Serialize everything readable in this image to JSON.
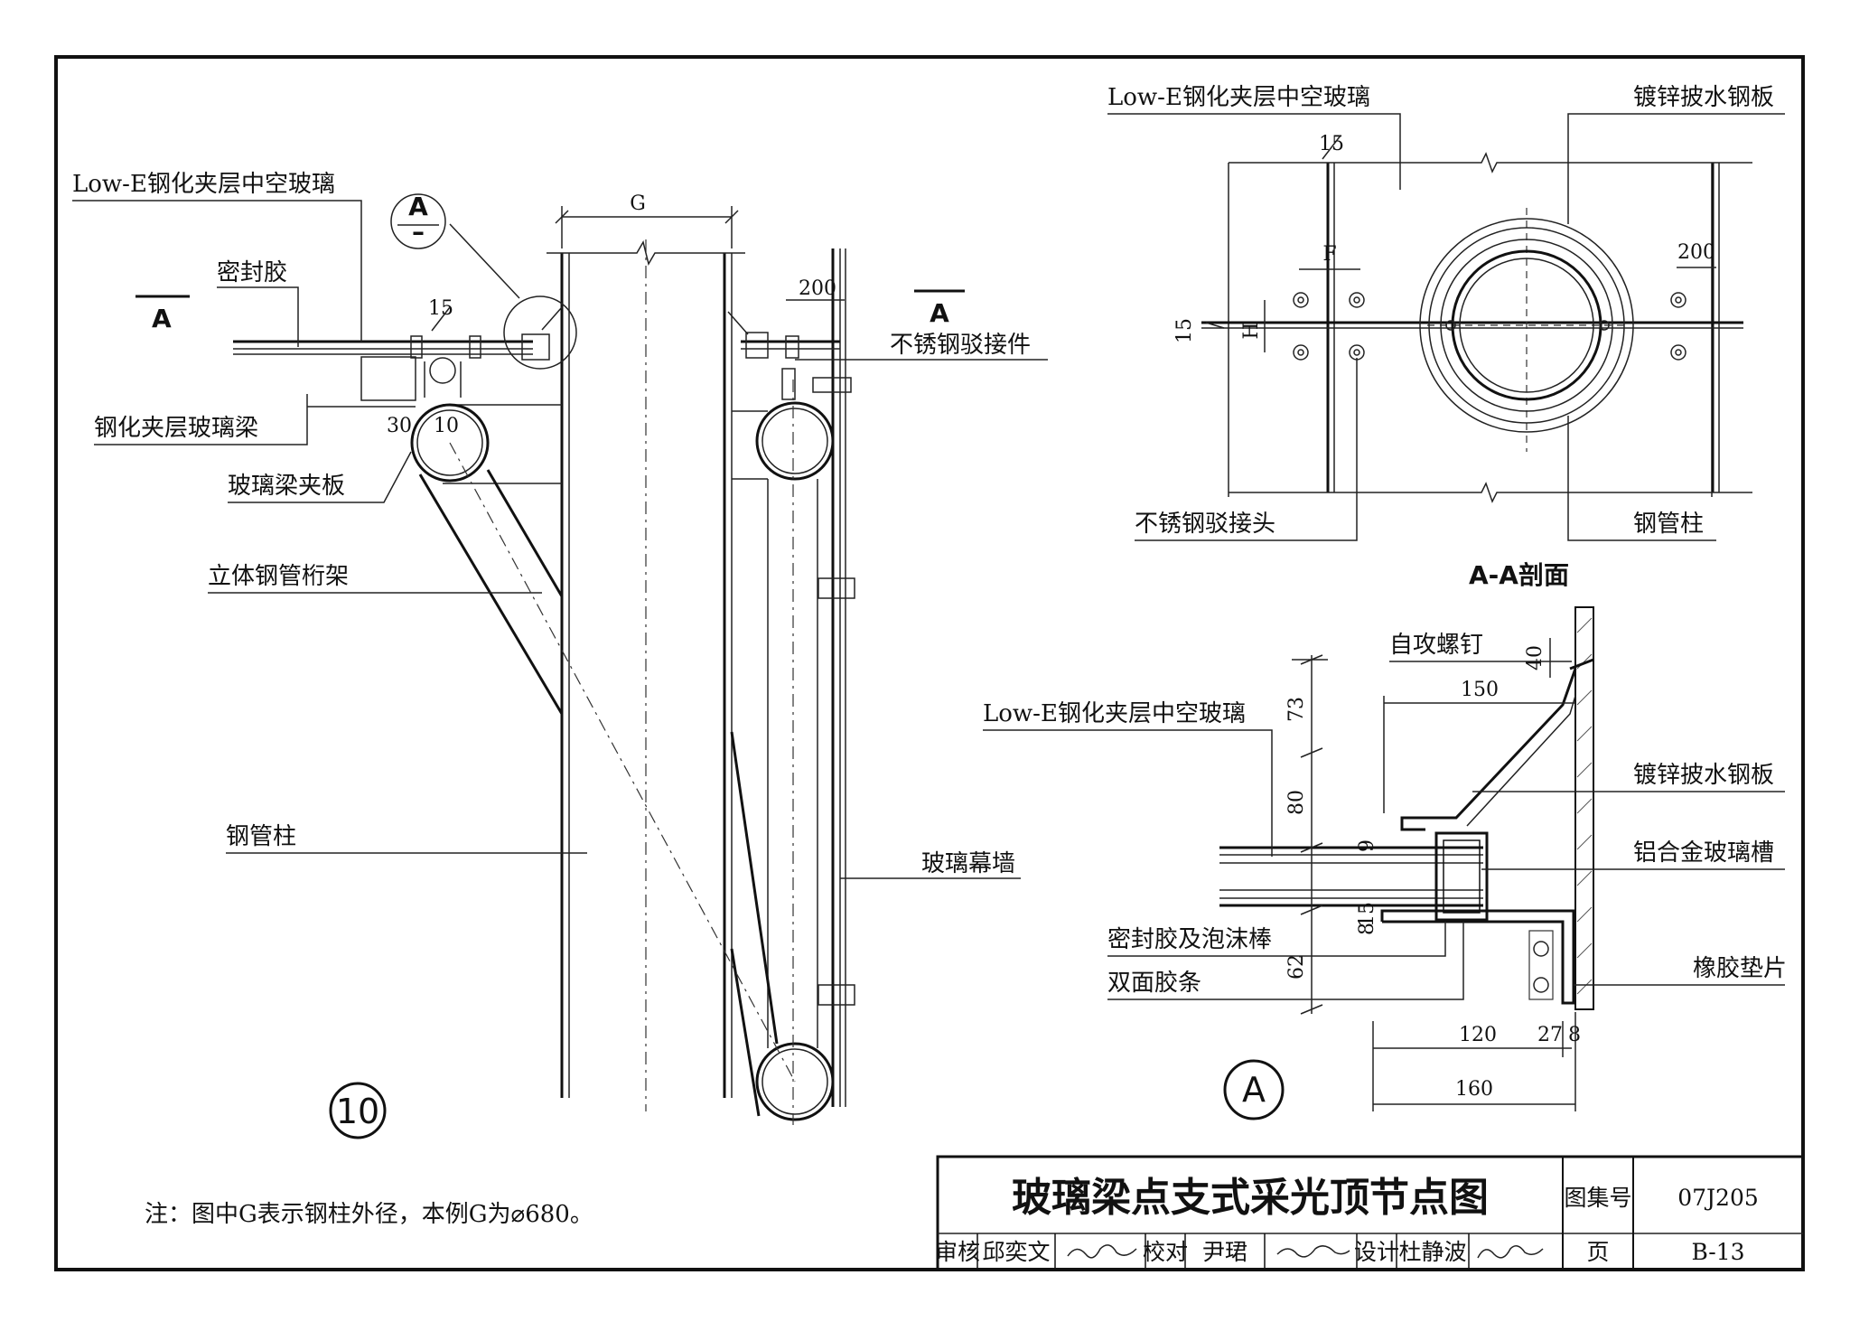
{
  "view_main": {
    "detail_number": "10",
    "section_mark": "A",
    "labels": {
      "lowe_glass": "Low-E钢化夹层中空玻璃",
      "sealant": "密封胶",
      "glass_beam": "钢化夹层玻璃梁",
      "beam_clamp": "玻璃梁夹板",
      "truss": "立体钢管桁架",
      "column": "钢管柱",
      "curtain_wall": "玻璃幕墙",
      "spider_fitting": "不锈钢驳接件"
    },
    "dims": {
      "g": "G",
      "d15": "15",
      "d200": "200",
      "d30": "30",
      "d10": "10"
    }
  },
  "view_plan": {
    "labels": {
      "lowe_glass": "Low-E钢化夹层中空玻璃",
      "flashing": "镀锌披水钢板",
      "spider_head": "不锈钢驳接头",
      "column": "钢管柱"
    },
    "dims": {
      "d15_top": "15",
      "f": "F",
      "d15_left": "15",
      "h": "H",
      "d200": "200"
    },
    "section_title": "A-A剖面"
  },
  "view_detail": {
    "detail_mark": "A",
    "labels": {
      "screw": "自攻螺钉",
      "lowe_glass": "Low-E钢化夹层中空玻璃",
      "flashing": "镀锌披水钢板",
      "alu_channel": "铝合金玻璃槽",
      "sealant_foam": "密封胶及泡沫棒",
      "tape": "双面胶条",
      "rubber_pad": "橡胶垫片"
    },
    "dims": {
      "d40": "40",
      "d150": "150",
      "d73": "73",
      "d80": "80",
      "d9": "9",
      "d15": "15",
      "d8": "8",
      "d62": "62",
      "d120": "120",
      "d27": "27",
      "d8b": "8",
      "d160": "160"
    }
  },
  "note": "注：图中G表示钢柱外径，本例G为⌀680。",
  "title_block": {
    "title": "玻璃梁点支式采光顶节点图",
    "atlas_label": "图集号",
    "atlas_no": "07J205",
    "review_label": "审核",
    "reviewer": "邱奕文",
    "check_label": "校对",
    "checker": "尹珺",
    "design_label": "设计",
    "designer": "杜静波",
    "page_label": "页",
    "page_no": "B-13"
  }
}
